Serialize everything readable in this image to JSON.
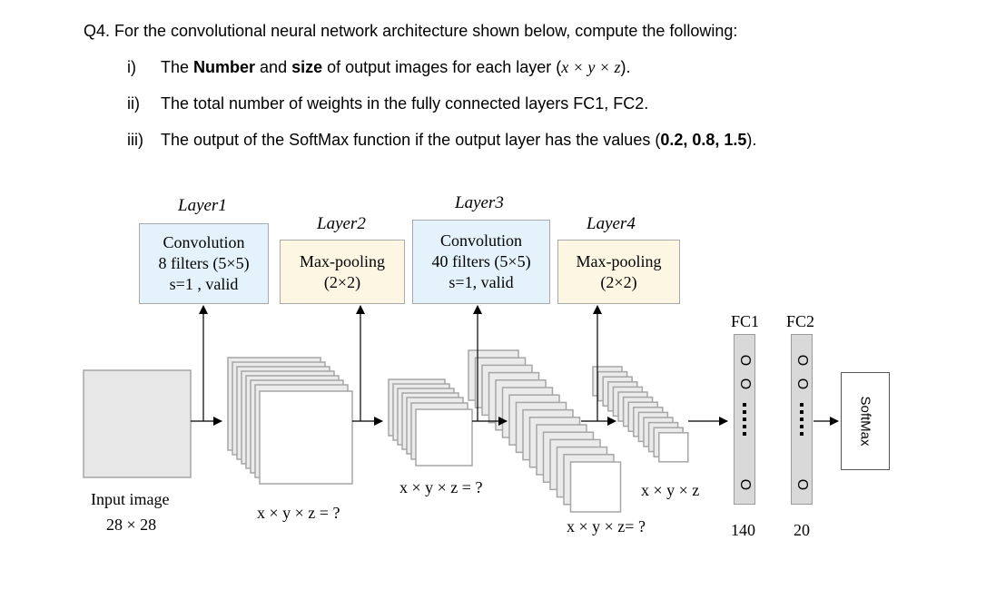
{
  "question": {
    "title": "Q4. For the convolutional neural network architecture shown below, compute the following:",
    "items": [
      {
        "num": "i)",
        "pre": "The ",
        "b1": "Number",
        "mid1": " and ",
        "b2": "size",
        "mid2": " of output images for each layer (",
        "math": "x × y × z",
        "post": ")."
      },
      {
        "num": "ii)",
        "text": "The total number of weights in the fully connected layers FC1, FC2."
      },
      {
        "num": "iii)",
        "pre": "The output of the SoftMax function if the output layer has the values (",
        "vals": "0.2, 0.8, 1.5",
        "post": ")."
      }
    ]
  },
  "layers": [
    {
      "title": "Layer1",
      "lines": [
        "Convolution",
        "8 filters (5×5)",
        "s=1 , valid"
      ],
      "box_color": "#e3f2fb"
    },
    {
      "title": "Layer2",
      "lines": [
        "Max-pooling",
        "(2×2)"
      ],
      "box_color": "#fdf6e2"
    },
    {
      "title": "Layer3",
      "lines": [
        "Convolution",
        "40 filters (5×5)",
        "s=1, valid"
      ],
      "box_color": "#e3f2fb"
    },
    {
      "title": "Layer4",
      "lines": [
        "Max-pooling",
        "(2×2)"
      ],
      "box_color": "#fdf6e2"
    }
  ],
  "input": {
    "label": "Input image",
    "size": "28 × 28"
  },
  "output_labels": {
    "layer1": "x × y × z = ?",
    "layer2": "x × y × z = ?",
    "layer3": "x × y × z= ?",
    "layer4": "x × y × z"
  },
  "fc": {
    "fc1": {
      "name": "FC1",
      "count": "140"
    },
    "fc2": {
      "name": "FC2",
      "count": "20"
    },
    "node_symbol": "O"
  },
  "softmax": "SoftMax"
}
